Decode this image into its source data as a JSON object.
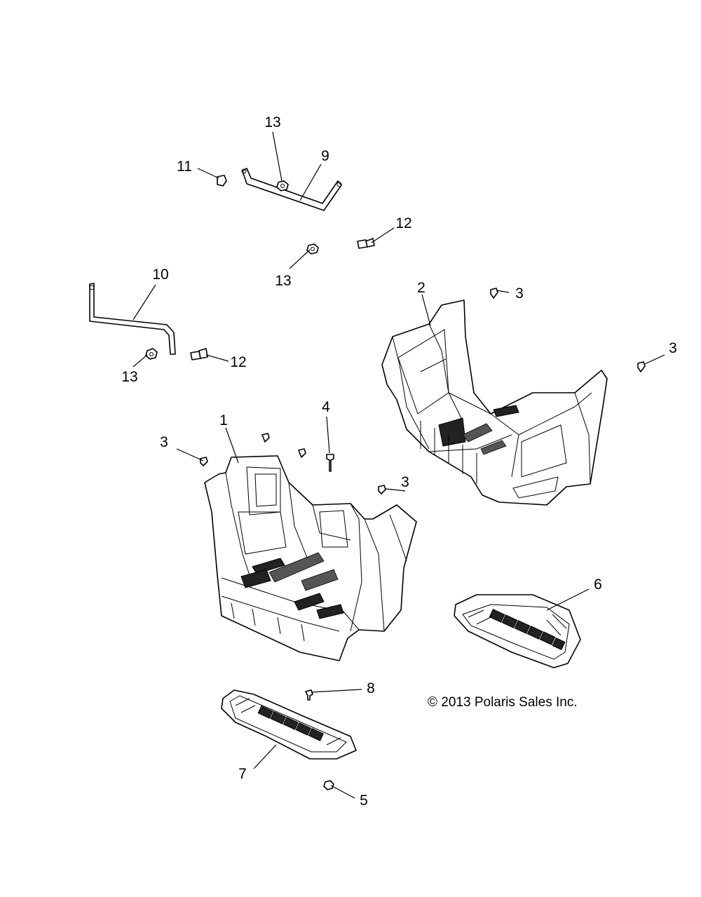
{
  "diagram": {
    "copyright": "© 2013 Polaris Sales Inc.",
    "callouts": {
      "c13a": "13",
      "c11": "11",
      "c9": "9",
      "c12a": "12",
      "c13b": "13",
      "c10": "10",
      "c12b": "12",
      "c13c": "13",
      "c2": "2",
      "c3a": "3",
      "c3b": "3",
      "c1": "1",
      "c3c": "3",
      "c4": "4",
      "c3d": "3",
      "c6": "6",
      "c8": "8",
      "c7": "7",
      "c5": "5"
    }
  }
}
